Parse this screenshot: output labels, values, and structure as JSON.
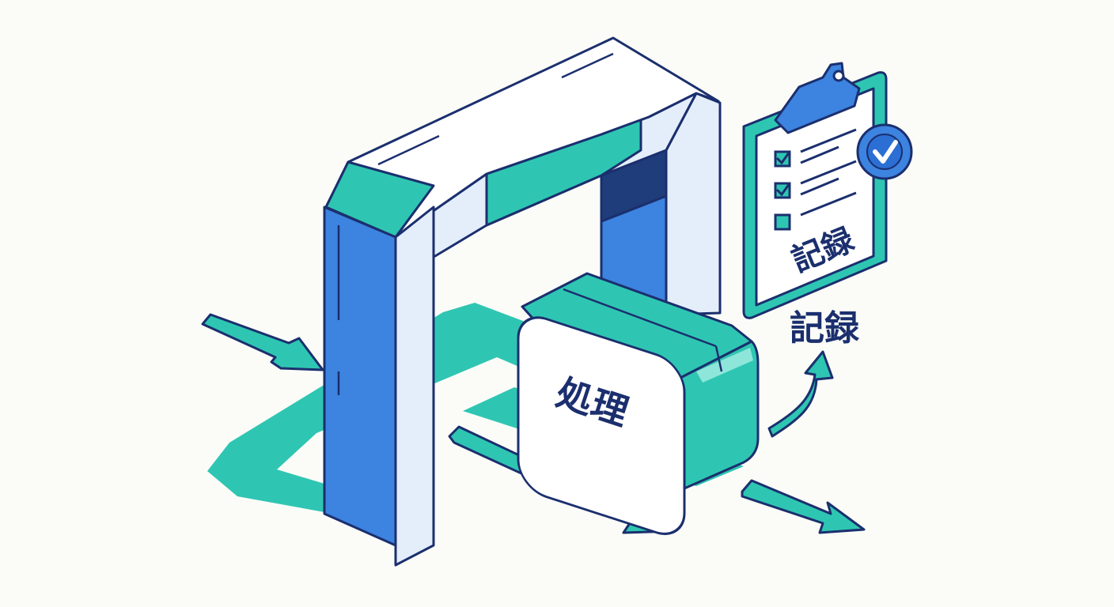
{
  "diagram": {
    "process_label": "処理",
    "clipboard_label": "記録",
    "record_label": "記録",
    "checklist": [
      {
        "checked": true
      },
      {
        "checked": true
      },
      {
        "checked": false
      }
    ]
  },
  "colors": {
    "outline": "#1b2f6e",
    "blue": "#3d83e0",
    "teal": "#2ec6b2",
    "light": "#e4eefa",
    "white": "#ffffff",
    "dark_navy": "#1b2f6e"
  }
}
